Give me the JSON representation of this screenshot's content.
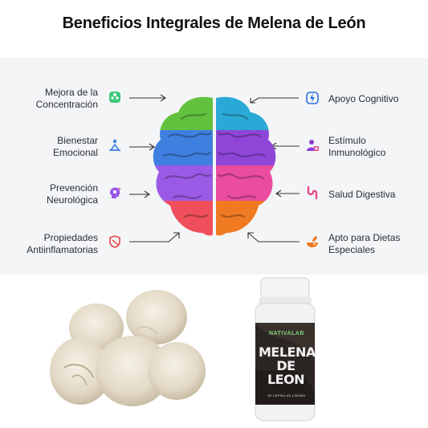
{
  "title": "Beneficios Integrales de Melena de León",
  "benefits_left": [
    {
      "line1": "Mejora de la",
      "line2": "Concentración",
      "icon": "puzzle-icon",
      "color": "#3ec97a"
    },
    {
      "line1": "Bienestar",
      "line2": "Emocional",
      "icon": "meditation-icon",
      "color": "#3f7fe0"
    },
    {
      "line1": "Prevención",
      "line2": "Neurológica",
      "icon": "head-gear-icon",
      "color": "#9b59e6"
    },
    {
      "line1": "Propiedades",
      "line2": "Antiinflamatorias",
      "icon": "shield-drop-icon",
      "color": "#e8464a"
    }
  ],
  "benefits_right": [
    {
      "line1": "Apoyo Cognitivo",
      "line2": "",
      "icon": "brain-bolt-icon",
      "color": "#2c6fe0"
    },
    {
      "line1": "Estímulo",
      "line2": "Inmunológico",
      "icon": "immune-plus-icon",
      "color": "#8e3fd6"
    },
    {
      "line1": "Salud Digestiva",
      "line2": "",
      "icon": "digestive-icon",
      "color": "#e84a8a"
    },
    {
      "line1": "Apto para Dietas",
      "line2": "Especiales",
      "icon": "food-leaf-icon",
      "color": "#f07a22"
    }
  ],
  "brain_colors": {
    "left": [
      "#62c23f",
      "#3f7fe0",
      "#9b5ae6",
      "#ef4f5b"
    ],
    "right": [
      "#2aa9d6",
      "#8f45d8",
      "#ea4ca0",
      "#f07a22"
    ]
  },
  "product": {
    "brand": "NATIVALAB",
    "name_line1": "MELENA",
    "name_line2": "DE LEON",
    "small_print": "60 CÁPSULAS | 500MG"
  }
}
